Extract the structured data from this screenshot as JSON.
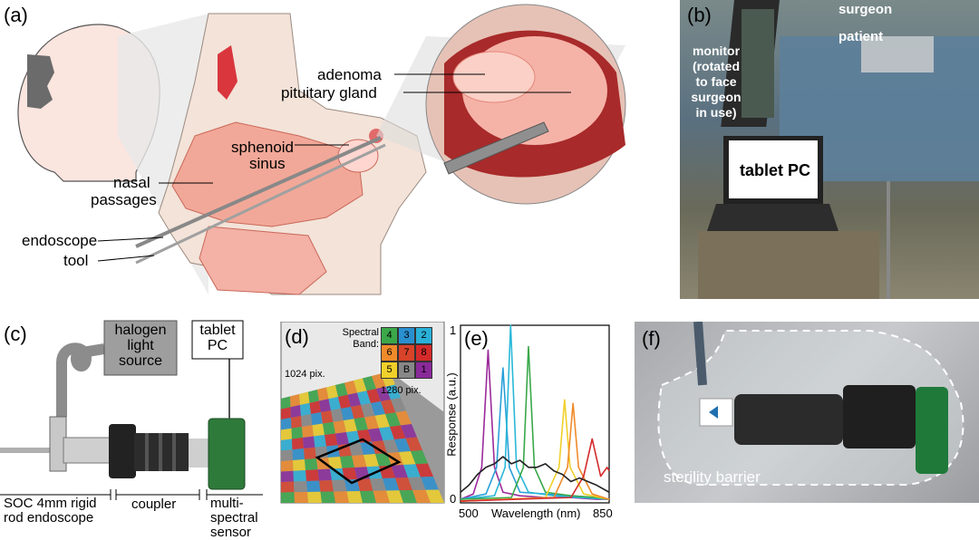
{
  "panels": {
    "a": {
      "label": "(a)",
      "adenoma": "adenoma",
      "pituitary": "pituitary gland",
      "sphenoid": "sphenoid",
      "sinus": "sinus",
      "nasal": "nasal",
      "passages": "passages",
      "endoscope": "endoscope",
      "tool": "tool"
    },
    "b": {
      "label": "(b)",
      "surgeon": "surgeon",
      "patient": "patient",
      "monitor_lines": [
        "monitor",
        "(rotated",
        "to face",
        "surgeon",
        "in use)"
      ],
      "tablet": "tablet PC"
    },
    "c": {
      "label": "(c)",
      "halogen": [
        "halogen",
        "light",
        "source"
      ],
      "tablet": [
        "tablet",
        "PC"
      ],
      "endoscope_caption": [
        "SOC 4mm rigid",
        "rod endoscope"
      ],
      "coupler_caption": "coupler",
      "sensor_caption": [
        "multi-",
        "spectral",
        "sensor"
      ]
    },
    "d": {
      "label": "(d)",
      "spectral": "Spectral",
      "band": "Band:",
      "width_label": "1024 pix.",
      "height_label": "1280 pix.",
      "band_grid": [
        [
          "4",
          "3",
          "2"
        ],
        [
          "6",
          "7",
          "8"
        ],
        [
          "5",
          "B",
          "1"
        ]
      ],
      "band_colors": [
        [
          "#3aa84a",
          "#2a8fcf",
          "#2ab0d8"
        ],
        [
          "#f08a2a",
          "#d8432a",
          "#d42a2a"
        ],
        [
          "#f0d02a",
          "#888888",
          "#8a2a9a"
        ]
      ]
    },
    "e": {
      "label": "(e)",
      "ylabel": "Response (a.u.)",
      "xlabel": "Wavelength (nm)",
      "xtick_left": "500",
      "xtick_right": "850",
      "ytick_top": "1",
      "ytick_bottom": "0"
    },
    "f": {
      "label": "(f)",
      "barrier": "sterility barrier"
    }
  },
  "chart_data": {
    "type": "line",
    "xlabel": "Wavelength (nm)",
    "ylabel": "Response (a.u.)",
    "xlim": [
      500,
      850
    ],
    "ylim": [
      0,
      1
    ],
    "series": [
      {
        "color": "#9b2a9b",
        "x": [
          500,
          530,
          550,
          565,
          580,
          600,
          640,
          700,
          760,
          820,
          850
        ],
        "y": [
          0.02,
          0.05,
          0.2,
          0.86,
          0.2,
          0.06,
          0.04,
          0.03,
          0.03,
          0.02,
          0.02
        ]
      },
      {
        "color": "#2a9fd8",
        "x": [
          500,
          560,
          585,
          600,
          615,
          640,
          700,
          760,
          820,
          850
        ],
        "y": [
          0.02,
          0.05,
          0.2,
          0.76,
          0.2,
          0.06,
          0.05,
          0.04,
          0.03,
          0.02
        ]
      },
      {
        "color": "#2ab8d8",
        "x": [
          500,
          580,
          605,
          618,
          632,
          660,
          720,
          780,
          850
        ],
        "y": [
          0.02,
          0.04,
          0.2,
          1.0,
          0.2,
          0.06,
          0.04,
          0.03,
          0.02
        ]
      },
      {
        "color": "#3aa84a",
        "x": [
          500,
          620,
          648,
          660,
          674,
          700,
          760,
          820,
          850
        ],
        "y": [
          0.02,
          0.03,
          0.2,
          0.88,
          0.2,
          0.06,
          0.04,
          0.03,
          0.02
        ]
      },
      {
        "color": "#f0d02a",
        "x": [
          500,
          700,
          732,
          745,
          758,
          790,
          850
        ],
        "y": [
          0.01,
          0.03,
          0.2,
          0.58,
          0.2,
          0.05,
          0.02
        ]
      },
      {
        "color": "#f08a2a",
        "x": [
          500,
          720,
          752,
          765,
          778,
          810,
          850
        ],
        "y": [
          0.01,
          0.03,
          0.2,
          0.56,
          0.2,
          0.05,
          0.02
        ]
      },
      {
        "color": "#d42a2a",
        "x": [
          500,
          760,
          790,
          810,
          830,
          845,
          850
        ],
        "y": [
          0.01,
          0.03,
          0.15,
          0.36,
          0.15,
          0.2,
          0.18
        ]
      },
      {
        "color": "#222222",
        "x": [
          500,
          520,
          540,
          560,
          580,
          600,
          620,
          640,
          660,
          680,
          700,
          720,
          740,
          760,
          780,
          800,
          820,
          850
        ],
        "y": [
          0.06,
          0.1,
          0.16,
          0.2,
          0.22,
          0.26,
          0.22,
          0.24,
          0.2,
          0.2,
          0.22,
          0.18,
          0.16,
          0.12,
          0.14,
          0.12,
          0.1,
          0.06
        ]
      }
    ]
  }
}
